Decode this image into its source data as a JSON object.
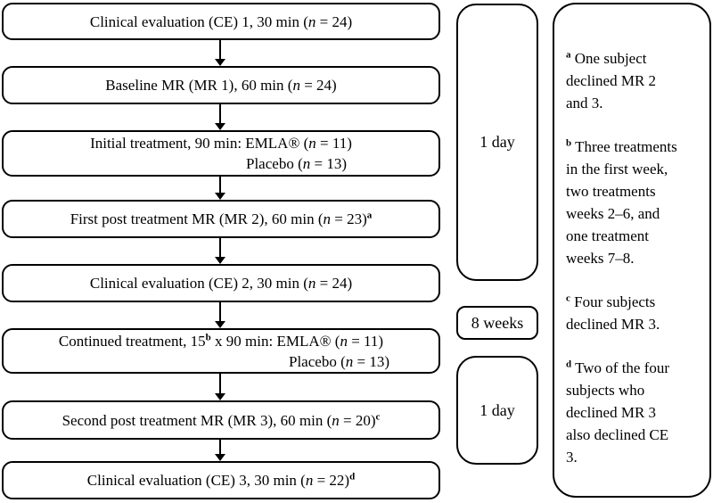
{
  "colors": {
    "line": "#000000",
    "text": "#000000",
    "background": "#ffffff"
  },
  "flow": {
    "boxes": {
      "b1": {
        "pre": "Clinical evaluation (CE) 1, 30 min (",
        "n": "n",
        "post": " = 24)"
      },
      "b2": {
        "pre": "Baseline MR (MR 1), 60 min (",
        "n": "n",
        "post": " = 24)"
      },
      "b3": {
        "line1_pre": "Initial treatment, 90 min:  EMLA® (",
        "line1_n": "n",
        "line1_post": " = 11)",
        "line2_pre": "Placebo (",
        "line2_n": "n",
        "line2_post": " = 13)"
      },
      "b4": {
        "pre": "First post treatment MR (MR 2), 60 min (",
        "n": "n",
        "post": " = 23)",
        "sup": "a"
      },
      "b5": {
        "pre": "Clinical evaluation (CE) 2, 30 min (",
        "n": "n",
        "post": " = 24)"
      },
      "b6": {
        "line1_a": "Continued treatment, 15",
        "line1_sup": "b",
        "line1_b": " x 90 min: EMLA® (",
        "line1_n": "n",
        "line1_c": " = 11)",
        "line2_pre": "Placebo (",
        "line2_n": "n",
        "line2_post": " = 13)"
      },
      "b7": {
        "pre": "Second post treatment MR (MR 3), 60 min (",
        "n": "n",
        "post": " = 20)",
        "sup": "c"
      },
      "b8": {
        "pre": "Clinical evaluation (CE) 3, 30 min (",
        "n": "n",
        "post": " = 22)",
        "sup": "d"
      }
    }
  },
  "durations": {
    "d1": "1 day",
    "d2": "8 weeks",
    "d3": "1 day"
  },
  "notes": {
    "a": {
      "sup": "a",
      "text": "One subject\ndeclined MR 2\nand 3."
    },
    "b": {
      "sup": "b",
      "text": "Three treatments\nin the first week,\ntwo treatments\nweeks 2–6, and\none treatment\nweeks 7–8."
    },
    "c": {
      "sup": "c",
      "text": "Four subjects\ndeclined MR 3."
    },
    "d": {
      "sup": "d",
      "text": "Two of the four\nsubjects who\ndeclined MR 3\nalso declined CE\n3."
    }
  }
}
